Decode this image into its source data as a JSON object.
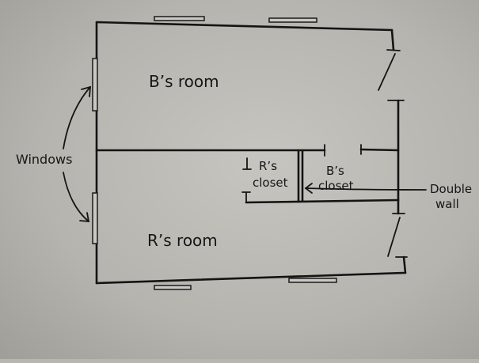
{
  "labels": {
    "b_room": "B’s room",
    "r_room": "R’s room",
    "windows": "Windows",
    "r_closet_line1": "R’s",
    "r_closet_line2": "closet",
    "b_closet_line1": "B’s",
    "b_closet_line2": "closet",
    "double_wall_line1": "Double",
    "double_wall_line2": "wall"
  }
}
